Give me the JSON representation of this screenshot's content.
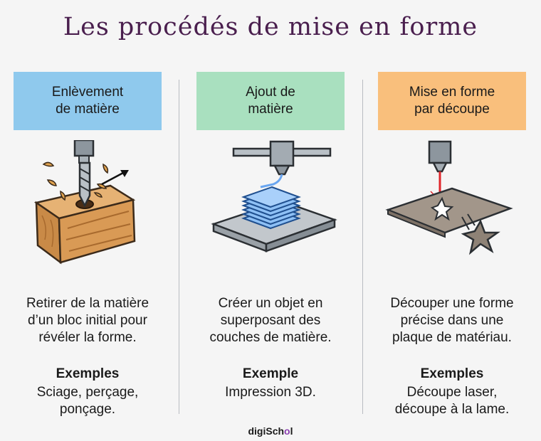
{
  "title": "Les procédés de mise en forme",
  "columns": [
    {
      "heading": "Enlèvement\nde matière",
      "description": "Retirer de la matière\nd’un bloc initial pour\nrévéler la forme.",
      "examples_title": "Exemples",
      "examples": "Sciage, perçage,\nponçage.",
      "illustration": "drill-into-wood-icon",
      "color": "#8fc9ed"
    },
    {
      "heading": "Ajout de\nmatière",
      "description": "Créer un objet en\nsuperposant des\ncouches de matière.",
      "examples_title": "Exemple",
      "examples": "Impression 3D.",
      "illustration": "3d-printer-nozzle-icon",
      "color": "#a9e0bf"
    },
    {
      "heading": "Mise en forme\npar découpe",
      "description": "Découper une forme\nprécise dans une\nplaque de matériau.",
      "examples_title": "Exemples",
      "examples": "Découpe laser,\ndécoupe à la lame.",
      "illustration": "laser-cutting-star-icon",
      "color": "#f9bf7c"
    }
  ],
  "logo": {
    "part1": "digiSch",
    "part2": "o",
    "part3": "l"
  }
}
